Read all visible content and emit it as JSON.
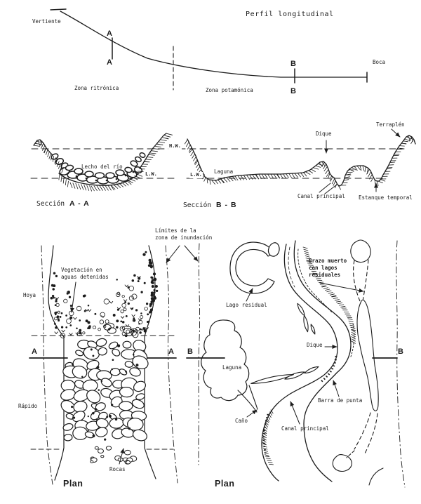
{
  "labels": {
    "vertiente": "Vertiente",
    "perfil": "Perfil longitudinal",
    "a": "A",
    "b": "B",
    "boca": "Boca",
    "zona_ritronica": "Zona ritrónica",
    "zona_potamonica": "Zona potamónica",
    "hw": "H.W.",
    "lw": "L.W.",
    "lecho": "Lecho del río",
    "seccion": "Sección",
    "aa": "A - A",
    "bb": "B - B",
    "dique": "Dique",
    "terraplen": "Terraplén",
    "laguna": "Laguna",
    "canal_principal": "Canal principal",
    "estanque": "Estanque temporal",
    "limites": "Límites de la\nzona de inundación",
    "vegetacion": "Vegetación en\naguas detenidas",
    "hoya": "Hoya",
    "rapido": "Rápido",
    "rocas": "Rocas",
    "plan": "Plan",
    "lago_residual": "Lago residual",
    "brazo": "Brazo muerto\ncon lagos\nresiduales",
    "barra": "Barra de punta",
    "cano": "Caño"
  },
  "colors": {
    "ink": "#1c1c1c",
    "paper": "#ffffff"
  }
}
